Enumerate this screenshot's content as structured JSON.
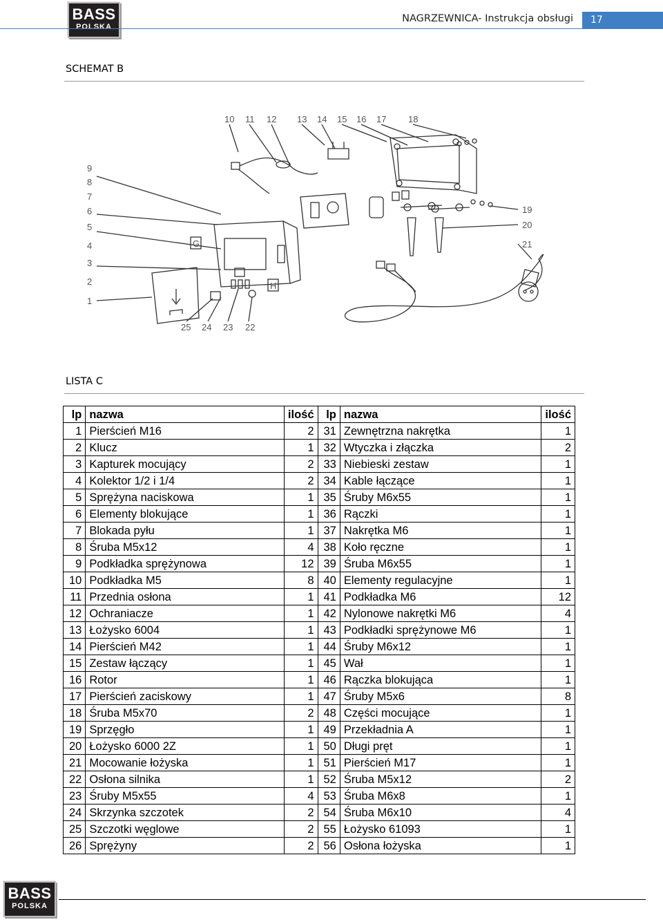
{
  "header": {
    "logo_line1": "BASS",
    "logo_line2": "POLSKA",
    "title": "NAGRZEWNICA- Instrukcja obsługi",
    "page_number": "17"
  },
  "schemat": {
    "title": "SCHEMAT B",
    "top_labels": [
      "10",
      "11",
      "12",
      "13",
      "14",
      "15",
      "16",
      "17",
      "18"
    ],
    "left_labels": [
      "9",
      "8",
      "7",
      "6",
      "5",
      "4",
      "3",
      "2",
      "1"
    ],
    "right_labels": [
      "19",
      "20",
      "21"
    ],
    "bottom_labels": [
      "25",
      "24",
      "23",
      "22"
    ],
    "letter_g": "G",
    "letter_h": "H"
  },
  "lista": {
    "title": "LISTA C",
    "headers": {
      "lp": "lp",
      "nazwa": "nazwa",
      "ilosc": "ilość"
    },
    "rows": [
      {
        "lp1": "1",
        "n1": "Pierścień M16",
        "q1": "2",
        "lp2": "31",
        "n2": "Zewnętrzna nakrętka",
        "q2": "1"
      },
      {
        "lp1": "2",
        "n1": "Klucz",
        "q1": "1",
        "lp2": "32",
        "n2": "Wtyczka i złączka",
        "q2": "2"
      },
      {
        "lp1": "3",
        "n1": "Kapturek mocujący",
        "q1": "2",
        "lp2": "33",
        "n2": "Niebieski zestaw",
        "q2": "1"
      },
      {
        "lp1": "4",
        "n1": "Kolektor 1/2 i 1/4",
        "q1": "2",
        "lp2": "34",
        "n2": "Kable łączące",
        "q2": "1"
      },
      {
        "lp1": "5",
        "n1": "Sprężyna naciskowa",
        "q1": "1",
        "lp2": "35",
        "n2": "Śruby M6x55",
        "q2": "1"
      },
      {
        "lp1": "6",
        "n1": "Elementy blokujące",
        "q1": "1",
        "lp2": "36",
        "n2": "Rączki",
        "q2": "1"
      },
      {
        "lp1": "7",
        "n1": "Blokada pyłu",
        "q1": "1",
        "lp2": "37",
        "n2": "Nakrętka M6",
        "q2": "1"
      },
      {
        "lp1": "8",
        "n1": "Śruba M5x12",
        "q1": "4",
        "lp2": "38",
        "n2": "Koło ręczne",
        "q2": "1"
      },
      {
        "lp1": "9",
        "n1": "Podkładka sprężynowa",
        "q1": "12",
        "lp2": "39",
        "n2": "Śruba M6x55",
        "q2": "1"
      },
      {
        "lp1": "10",
        "n1": "Podkładka M5",
        "q1": "8",
        "lp2": "40",
        "n2": "Elementy regulacyjne",
        "q2": "1"
      },
      {
        "lp1": "11",
        "n1": "Przednia osłona",
        "q1": "1",
        "lp2": "41",
        "n2": "Podkładka M6",
        "q2": "12"
      },
      {
        "lp1": "12",
        "n1": "Ochraniacze",
        "q1": "1",
        "lp2": "42",
        "n2": "Nylonowe nakrętki M6",
        "q2": "4"
      },
      {
        "lp1": "13",
        "n1": "Łożysko 6004",
        "q1": "1",
        "lp2": "43",
        "n2": "Podkładki sprężynowe M6",
        "q2": "1"
      },
      {
        "lp1": "14",
        "n1": "Pierścień M42",
        "q1": "1",
        "lp2": "44",
        "n2": "Śruby M6x12",
        "q2": "1"
      },
      {
        "lp1": "15",
        "n1": "Zestaw łączący",
        "q1": "1",
        "lp2": "45",
        "n2": "Wał",
        "q2": "1"
      },
      {
        "lp1": "16",
        "n1": "Rotor",
        "q1": "1",
        "lp2": "46",
        "n2": "Rączka blokująca",
        "q2": "1"
      },
      {
        "lp1": "17",
        "n1": "Pierścień zaciskowy",
        "q1": "1",
        "lp2": "47",
        "n2": "Śruby M5x6",
        "q2": "8"
      },
      {
        "lp1": "18",
        "n1": "Śruba M5x70",
        "q1": "2",
        "lp2": "48",
        "n2": "Części mocujące",
        "q2": "1"
      },
      {
        "lp1": "19",
        "n1": "Sprzęgło",
        "q1": "1",
        "lp2": "49",
        "n2": "Przekładnia A",
        "q2": "1"
      },
      {
        "lp1": "20",
        "n1": "Łożysko 6000 2Z",
        "q1": "1",
        "lp2": "50",
        "n2": "Długi pręt",
        "q2": "1"
      },
      {
        "lp1": "21",
        "n1": "Mocowanie łożyska",
        "q1": "1",
        "lp2": "51",
        "n2": "Pierścień M17",
        "q2": "1"
      },
      {
        "lp1": "22",
        "n1": "Osłona silnika",
        "q1": "1",
        "lp2": "52",
        "n2": "Śruba M5x12",
        "q2": "2"
      },
      {
        "lp1": "23",
        "n1": "Śruby M5x55",
        "q1": "4",
        "lp2": "53",
        "n2": "Śruba M6x8",
        "q2": "1"
      },
      {
        "lp1": "24",
        "n1": "Skrzynka szczotek",
        "q1": "2",
        "lp2": "54",
        "n2": "Śruba M6x10",
        "q2": "4"
      },
      {
        "lp1": "25",
        "n1": "Szczotki węglowe",
        "q1": "2",
        "lp2": "55",
        "n2": "Łożysko 61093",
        "q2": "1"
      },
      {
        "lp1": "26",
        "n1": "Sprężyny",
        "q1": "2",
        "lp2": "56",
        "n2": "Osłona łożyska",
        "q2": "1"
      }
    ]
  },
  "footer": {
    "logo_line1": "BASS",
    "logo_line2": "POLSKA"
  }
}
